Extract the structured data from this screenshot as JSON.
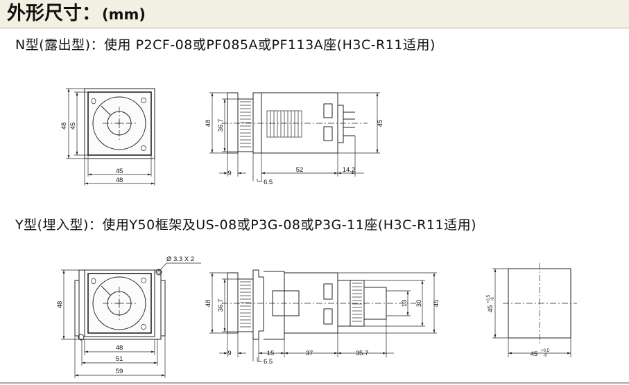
{
  "header": {
    "title": "外形尺寸：",
    "title_unit": "(mm)"
  },
  "section_n": {
    "heading": "N型(露出型)：使用 P2CF-08或PF085A或PF113A座(H3C-R11适用)"
  },
  "section_y": {
    "heading": "Y型(埋入型)：使用Y50框架及US-08或P3G-08或P3G-11座(H3C-R11适用)"
  },
  "dims": {
    "n_front_h_outer": "48",
    "n_front_h_inner": "45",
    "n_front_w_inner": "45",
    "n_front_w_outer": "48",
    "n_side_h_outer": "48",
    "n_side_h_inner": "36.7",
    "n_side_h_right": "45",
    "n_side_9": "9",
    "n_side_6_5": "6.5",
    "n_side_52": "52",
    "n_side_14_2": "14.2",
    "y_hole": "Ø 3.3 X 2",
    "y_front_h": "48",
    "y_front_48": "48",
    "y_front_51": "51",
    "y_front_59": "59",
    "y_side_h_outer": "48",
    "y_side_h_inner": "36.7",
    "y_side_13": "13",
    "y_side_30": "30",
    "y_side_45": "45",
    "y_side_9": "9",
    "y_side_15": "15",
    "y_side_6_5": "6.5",
    "y_side_37": "37",
    "y_side_35_7": "35.7",
    "cut_v": "45",
    "cut_v_tol_plus": "+0.5",
    "cut_v_tol_zero": "-0",
    "cut_h": "45",
    "cut_h_tol_plus": "+0.5",
    "cut_h_tol_zero": "-0"
  }
}
